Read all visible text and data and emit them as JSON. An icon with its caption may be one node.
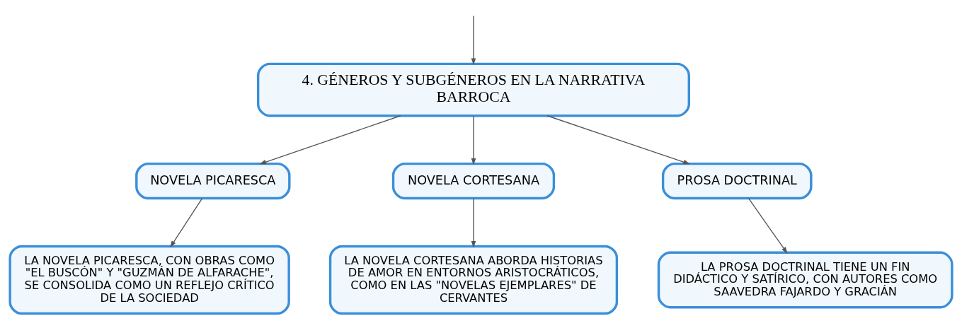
{
  "diagram": {
    "nodes": [
      {
        "text": [
          "4. GÉNEROS Y SUBGÉNEROS EN LA NARRATIVA BARROCA"
        ]
      },
      {
        "text": [
          "NOVELA PICARESCA"
        ]
      },
      {
        "text": [
          "NOVELA CORTESANA"
        ]
      },
      {
        "text": [
          "PROSA DOCTRINAL"
        ]
      },
      {
        "text": [
          "LA NOVELA PICARESCA, CON OBRAS COMO \"EL BUSCÓN\" Y \"GUZMÁN DE ALFARACHE\", SE CONSOLIDA COMO UN REFLEJO CRÍTICO DE LA SOCIEDAD"
        ]
      },
      {
        "text": [
          "LA NOVELA CORTESANA ABORDA HISTORIAS DE AMOR EN ENTORNOS ARISTOCRÁTICOS, COMO EN LAS \"NOVELAS EJEMPLARES\" DE CERVANTES"
        ]
      },
      {
        "text": [
          "LA PROSA DOCTRINAL TIENE UN FIN DIDÁCTICO Y SATÍRICO, CON AUTORES COMO SAAVEDRA FAJARDO Y GRACIÁN"
        ]
      }
    ],
    "edges": [
      {
        "from": null,
        "to": 0,
        "arrow": "to"
      },
      {
        "from": 0,
        "to": 1,
        "arrow": "to"
      },
      {
        "from": 0,
        "to": 2,
        "arrow": "to"
      },
      {
        "from": 0,
        "to": 3,
        "arrow": "to"
      },
      {
        "from": 1,
        "to": 4,
        "arrow": "to"
      },
      {
        "from": 2,
        "to": 5,
        "arrow": "to"
      },
      {
        "from": 3,
        "to": 6,
        "arrow": "to"
      }
    ]
  }
}
